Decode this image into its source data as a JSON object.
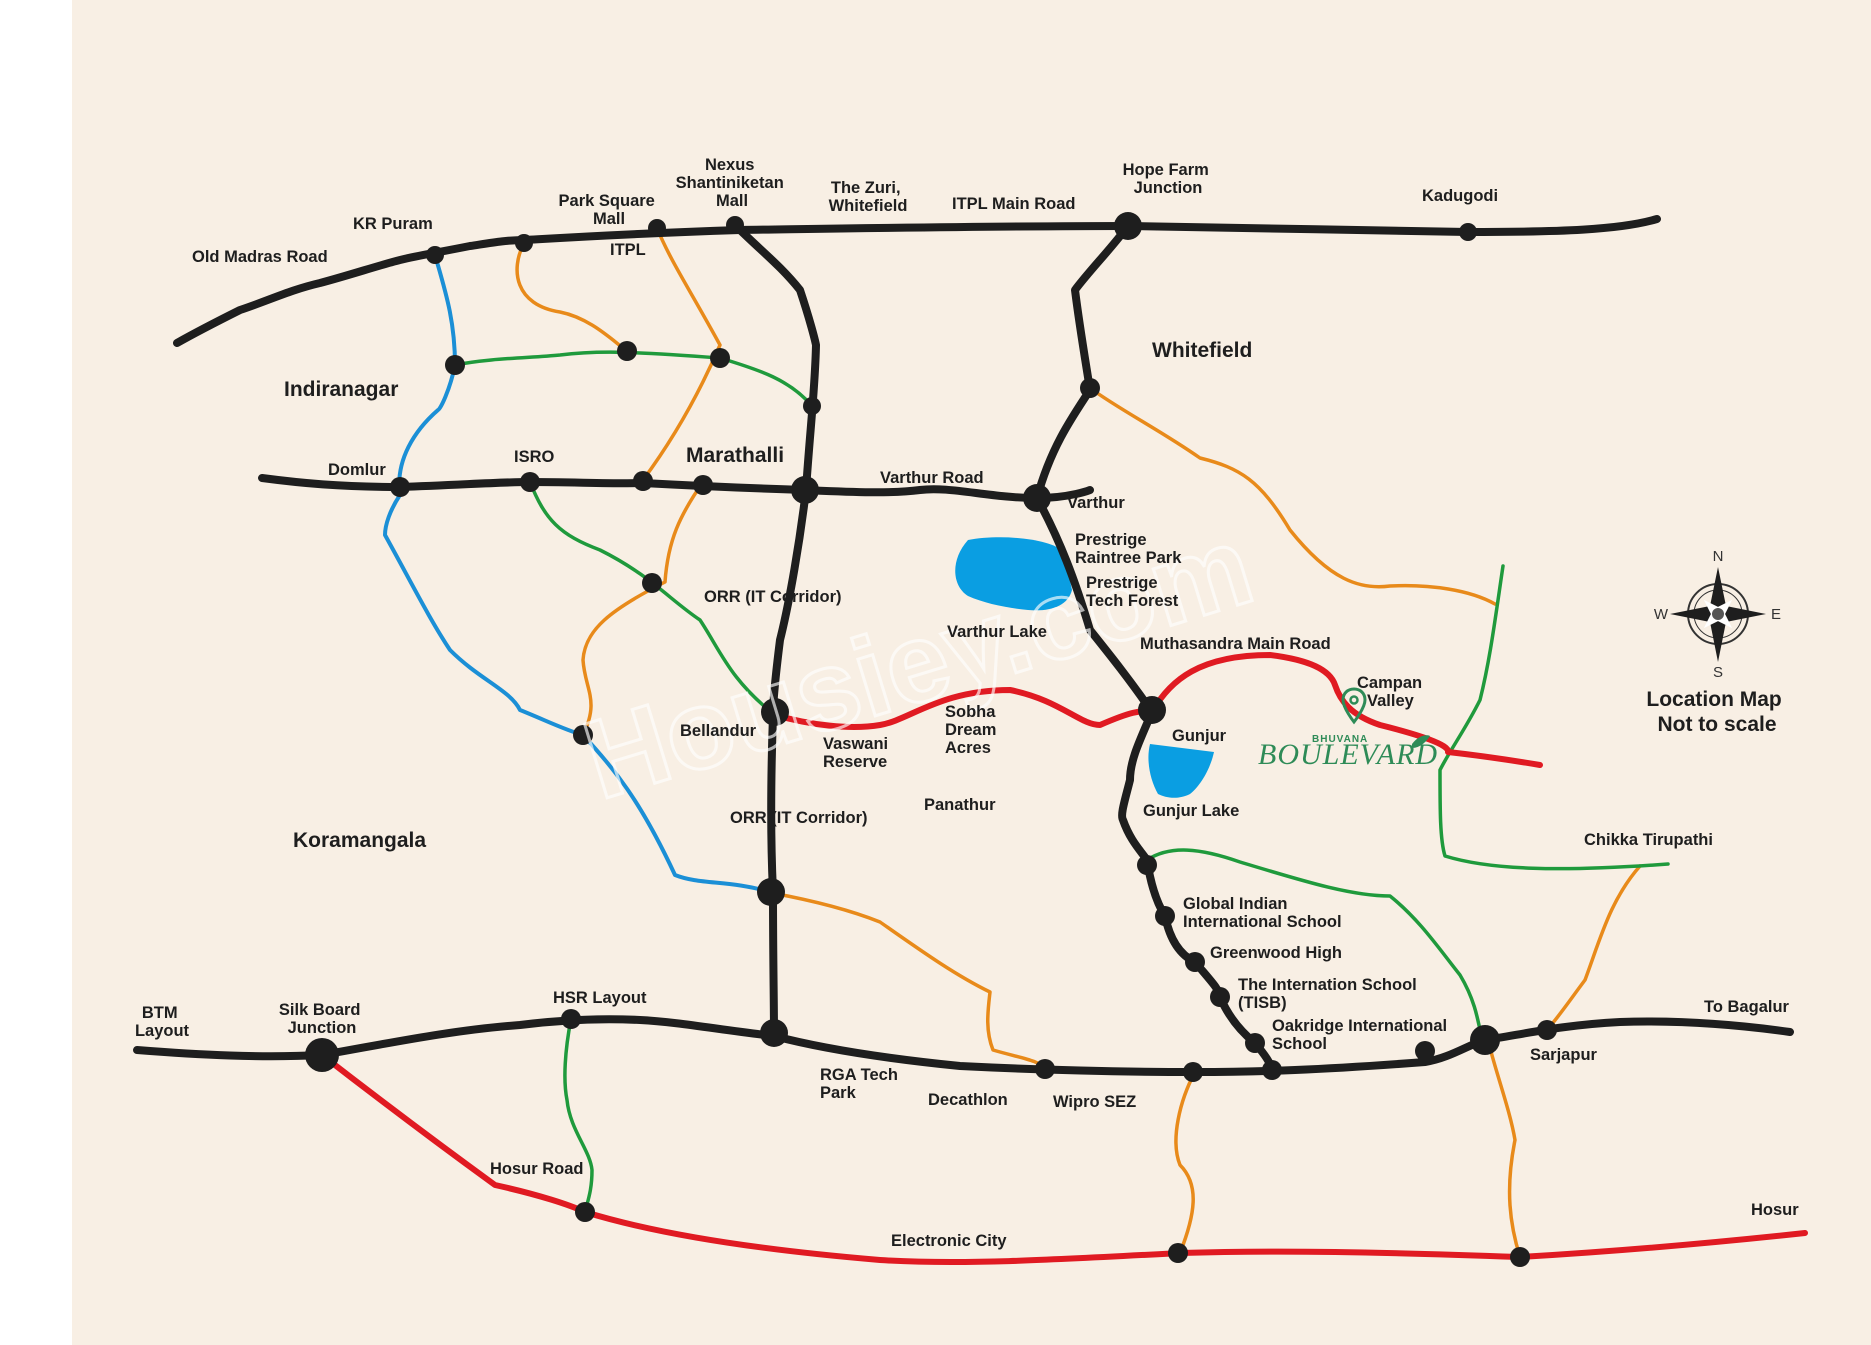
{
  "colors": {
    "background": "#f8efe4",
    "black_road": "#1e1e1e",
    "blue_road": "#1b8fd6",
    "orange_road": "#e88a1a",
    "green_road": "#1f9a3c",
    "red_road": "#e01a22",
    "lake": "#0a9ee2",
    "brand": "#2e8b57"
  },
  "areas": {
    "indiranagar": "Indiranagar",
    "marathalli": "Marathalli",
    "whitefield": "Whitefield",
    "koramangala": "Koramangala"
  },
  "labels": {
    "old_madras_road": "Old Madras Road",
    "kr_puram": "KR Puram",
    "park_square_mall": [
      "Park Square",
      "Mall"
    ],
    "itpl": "ITPL",
    "nexus_mall": [
      "Nexus",
      "Shantiniketan",
      "Mall"
    ],
    "the_zuri": [
      "The Zuri,",
      "Whitefield"
    ],
    "itpl_main_road": "ITPL Main Road",
    "hope_farm": [
      "Hope Farm",
      "Junction"
    ],
    "kadugodi": "Kadugodi",
    "domlur": "Domlur",
    "isro": "ISRO",
    "varthur_road": "Varthur Road",
    "varthur": "Varthur",
    "prestige_raintree": [
      "Prestrige",
      "Raintree Park"
    ],
    "prestige_tech": [
      "Prestrige",
      "Tech Forest"
    ],
    "varthur_lake": "Varthur Lake",
    "orr_it_corridor_1": "ORR (IT Corridor)",
    "muthasandra": "Muthasandra Main Road",
    "campan_valley": [
      "Campan",
      "Valley"
    ],
    "bellandur": "Bellandur",
    "vaswani": [
      "Vaswani",
      "Reserve"
    ],
    "sobha": [
      "Sobha",
      "Dream",
      "Acres"
    ],
    "gunjur": "Gunjur",
    "gunjur_lake": "Gunjur Lake",
    "panathur": "Panathur",
    "orr_it_corridor_2": "ORR (IT Corridor)",
    "chikka_tirupathi": "Chikka Tirupathi",
    "global_indian": [
      "Global Indian",
      "International School"
    ],
    "greenwood": "Greenwood High",
    "tisb": [
      "The Internation School",
      "(TISB)"
    ],
    "oakridge": [
      "Oakridge International",
      "School"
    ],
    "btm_layout": [
      "BTM",
      "Layout"
    ],
    "silk_board": [
      "Silk Board",
      "Junction"
    ],
    "hsr_layout": "HSR Layout",
    "rga_tech": [
      "RGA Tech",
      "Park"
    ],
    "decathlon": "Decathlon",
    "wipro_sez": "Wipro SEZ",
    "sarjapur": "Sarjapur",
    "to_bagalur": "To Bagalur",
    "hosur_road": "Hosur Road",
    "electronic_city": "Electronic City",
    "hosur": "Hosur"
  },
  "brand": {
    "small": "BHUVANA",
    "big": "BOULEVARD"
  },
  "compass": {
    "n": "N",
    "e": "E",
    "s": "S",
    "w": "W"
  },
  "note": [
    "Location Map",
    "Not to scale"
  ],
  "watermark": "Housiey.com"
}
